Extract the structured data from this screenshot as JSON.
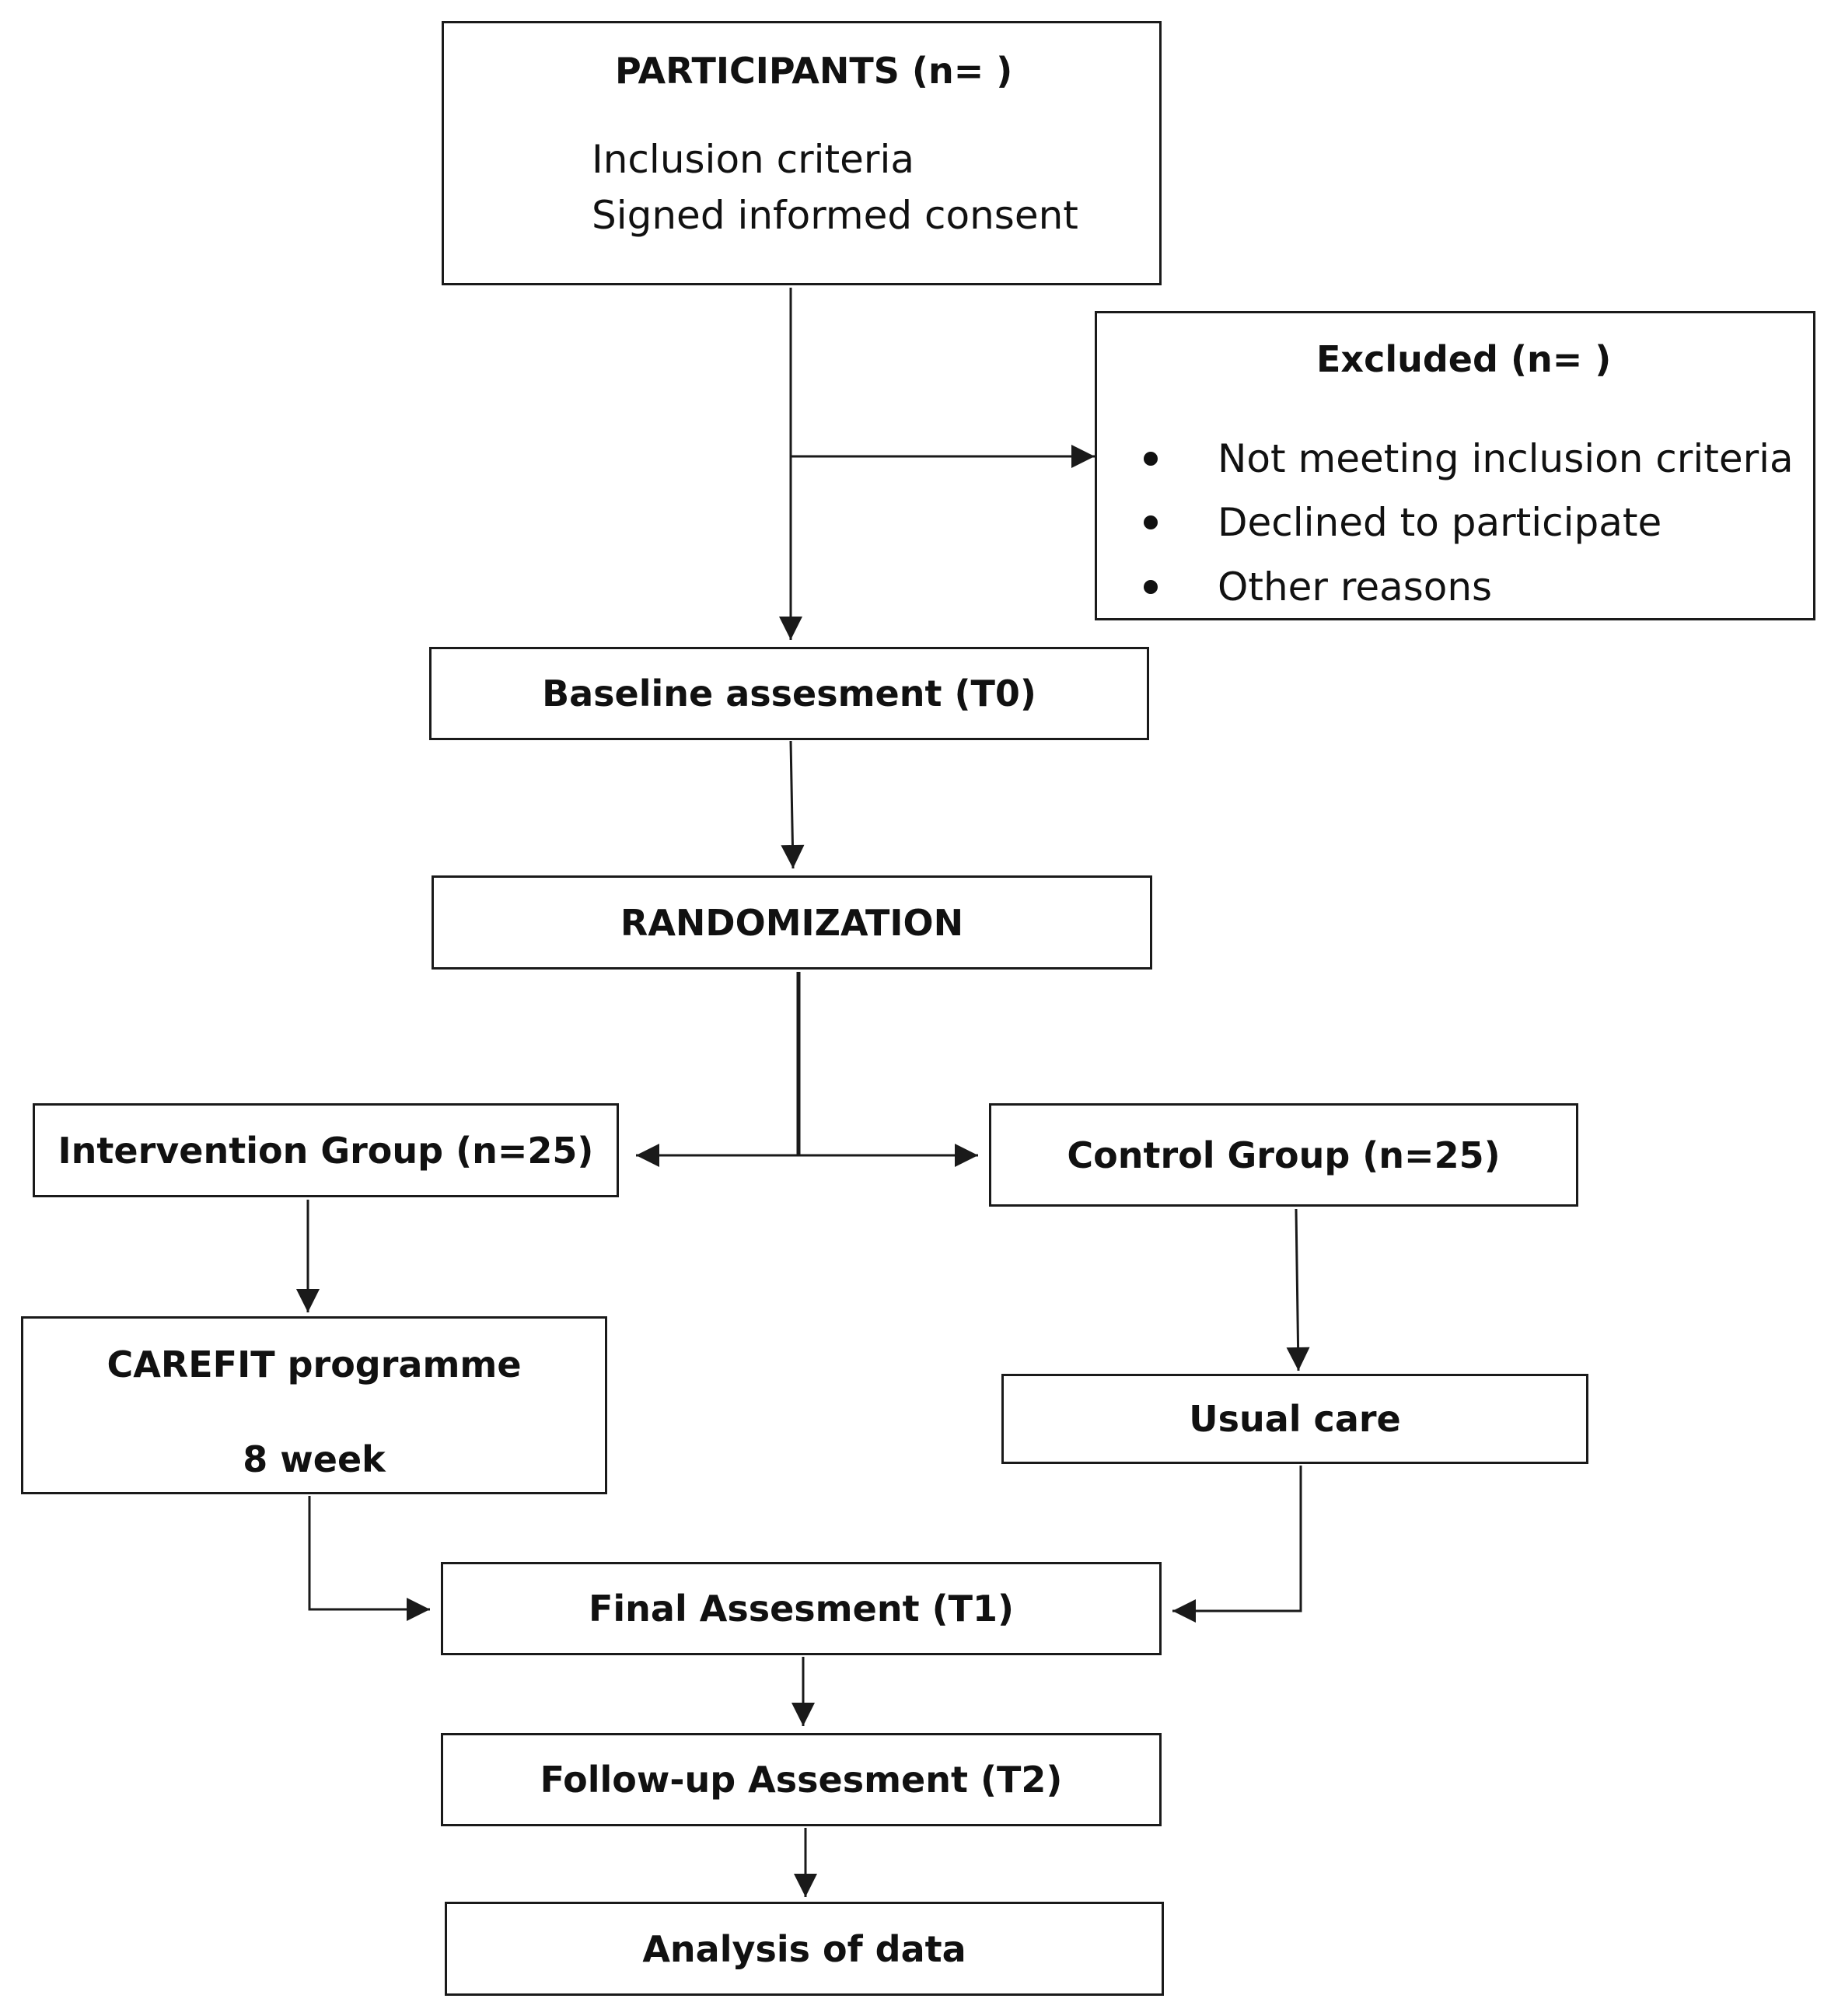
{
  "participants": {
    "title": "PARTICIPANTS (n= )",
    "lines": [
      "Inclusion criteria",
      "Signed informed consent"
    ]
  },
  "excluded": {
    "title": "Excluded (n= )",
    "reasons": [
      "Not meeting inclusion criteria",
      "Declined to participate",
      "Other reasons"
    ]
  },
  "baseline": {
    "label": "Baseline assesment (T0)"
  },
  "randomization": {
    "label": "RANDOMIZATION"
  },
  "intervention_group": {
    "label": "Intervention Group (n=25)"
  },
  "control_group": {
    "label": "Control Group (n=25)"
  },
  "carefit": {
    "title": "CAREFIT programme",
    "duration": "8 week"
  },
  "usual_care": {
    "label": "Usual care"
  },
  "final_assessment": {
    "label": "Final Assesment (T1)"
  },
  "followup_assessment": {
    "label": "Follow-up Assesment (T2)"
  },
  "analysis": {
    "label": "Analysis of data"
  }
}
